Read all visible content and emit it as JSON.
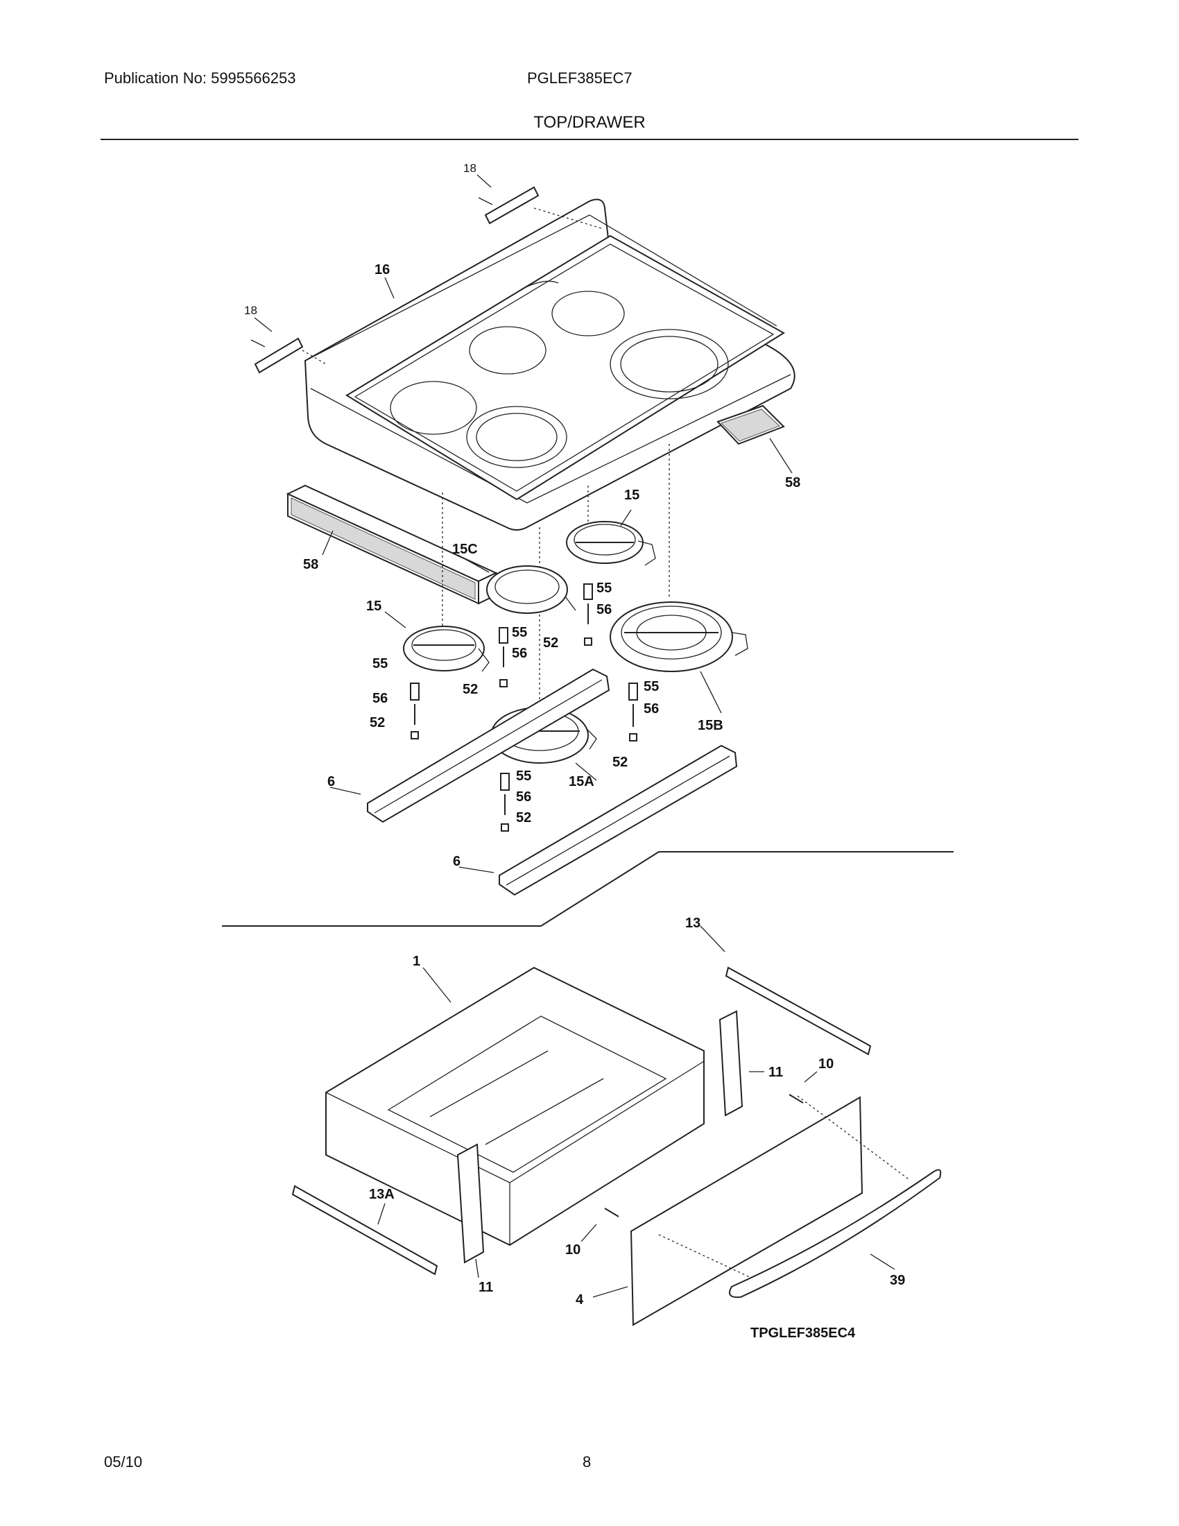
{
  "header": {
    "publication": "Publication No: 5995566253",
    "model": "PGLEF385EC7",
    "section": "TOP/DRAWER"
  },
  "footer": {
    "date": "05/10",
    "page": "8"
  },
  "diagram_code": "TPGLEF385EC4",
  "callouts": {
    "c18a": "18",
    "c18b": "18",
    "c16": "16",
    "c58a": "58",
    "c58b": "58",
    "c15a": "15",
    "c15b": "15",
    "c15c": "15C",
    "c15d": "15B",
    "c15e": "15A",
    "c55a": "55",
    "c55b": "55",
    "c55c": "55",
    "c55d": "55",
    "c55e": "55",
    "c56a": "56",
    "c56b": "56",
    "c56c": "56",
    "c56d": "56",
    "c56e": "56",
    "c52a": "52",
    "c52b": "52",
    "c52c": "52",
    "c52d": "52",
    "c52e": "52",
    "c6a": "6",
    "c6b": "6",
    "c13": "13",
    "c13a": "13A",
    "c1": "1",
    "c11a": "11",
    "c11b": "11",
    "c10a": "10",
    "c10b": "10",
    "c4": "4",
    "c39": "39"
  }
}
